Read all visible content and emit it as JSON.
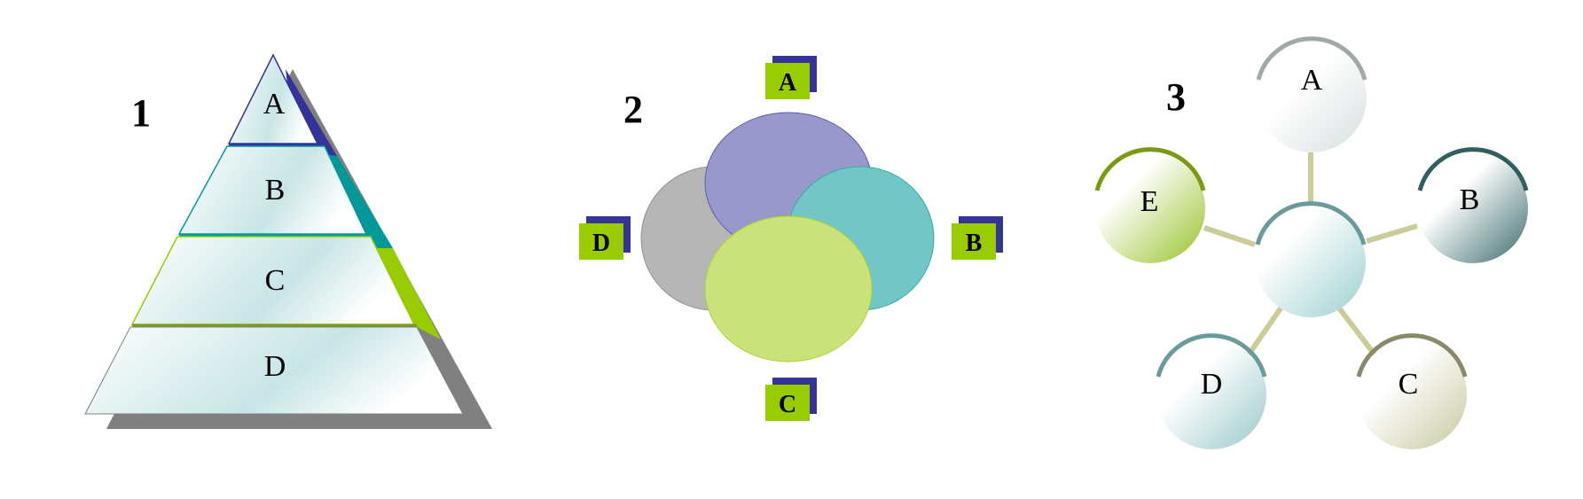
{
  "panels": [
    {
      "number": "1",
      "type": "pyramid",
      "layers": [
        {
          "label": "A",
          "edge_color": "#333399"
        },
        {
          "label": "B",
          "edge_color": "#009999"
        },
        {
          "label": "C",
          "edge_color": "#99CC00"
        },
        {
          "label": "D",
          "edge_color": "#808080"
        }
      ]
    },
    {
      "number": "2",
      "type": "venn",
      "sets": [
        {
          "label": "A",
          "color": "#8080C0"
        },
        {
          "label": "B",
          "color": "#4DB8B8"
        },
        {
          "label": "C",
          "color": "#B8D957"
        },
        {
          "label": "D",
          "color": "#A8A8A8"
        }
      ],
      "tag_color": "#99CC00",
      "tag_shadow_color": "#333399"
    },
    {
      "number": "3",
      "type": "hub-and-spoke",
      "hub_label": "",
      "nodes": [
        {
          "label": "A",
          "color": "#A0A8A8"
        },
        {
          "label": "B",
          "color": "#2F5F60"
        },
        {
          "label": "C",
          "color": "#8A8A6A"
        },
        {
          "label": "D",
          "color": "#6A9A9C"
        },
        {
          "label": "E",
          "color": "#7A9A10"
        }
      ],
      "spoke_color": "#CCCC99"
    }
  ]
}
